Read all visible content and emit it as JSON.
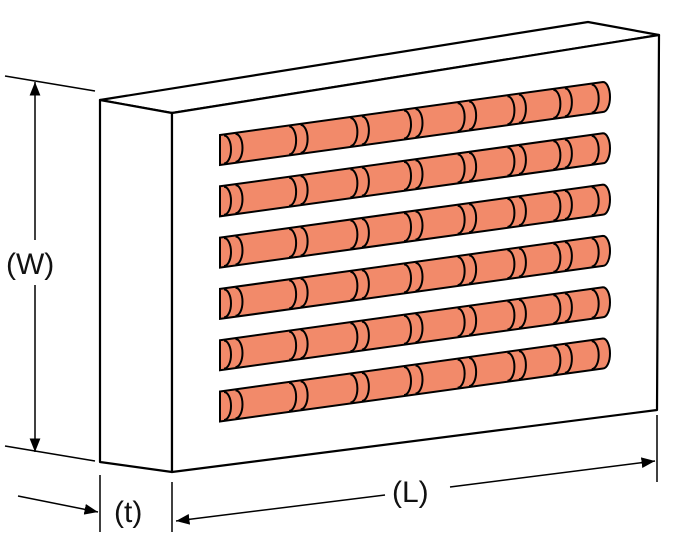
{
  "labels": {
    "width": "(W)",
    "thickness": "(t)",
    "length": "(L)"
  },
  "tube_count": 6,
  "colors": {
    "tube": "#f28a6a",
    "outline": "#000000",
    "block": "#ffffff"
  }
}
